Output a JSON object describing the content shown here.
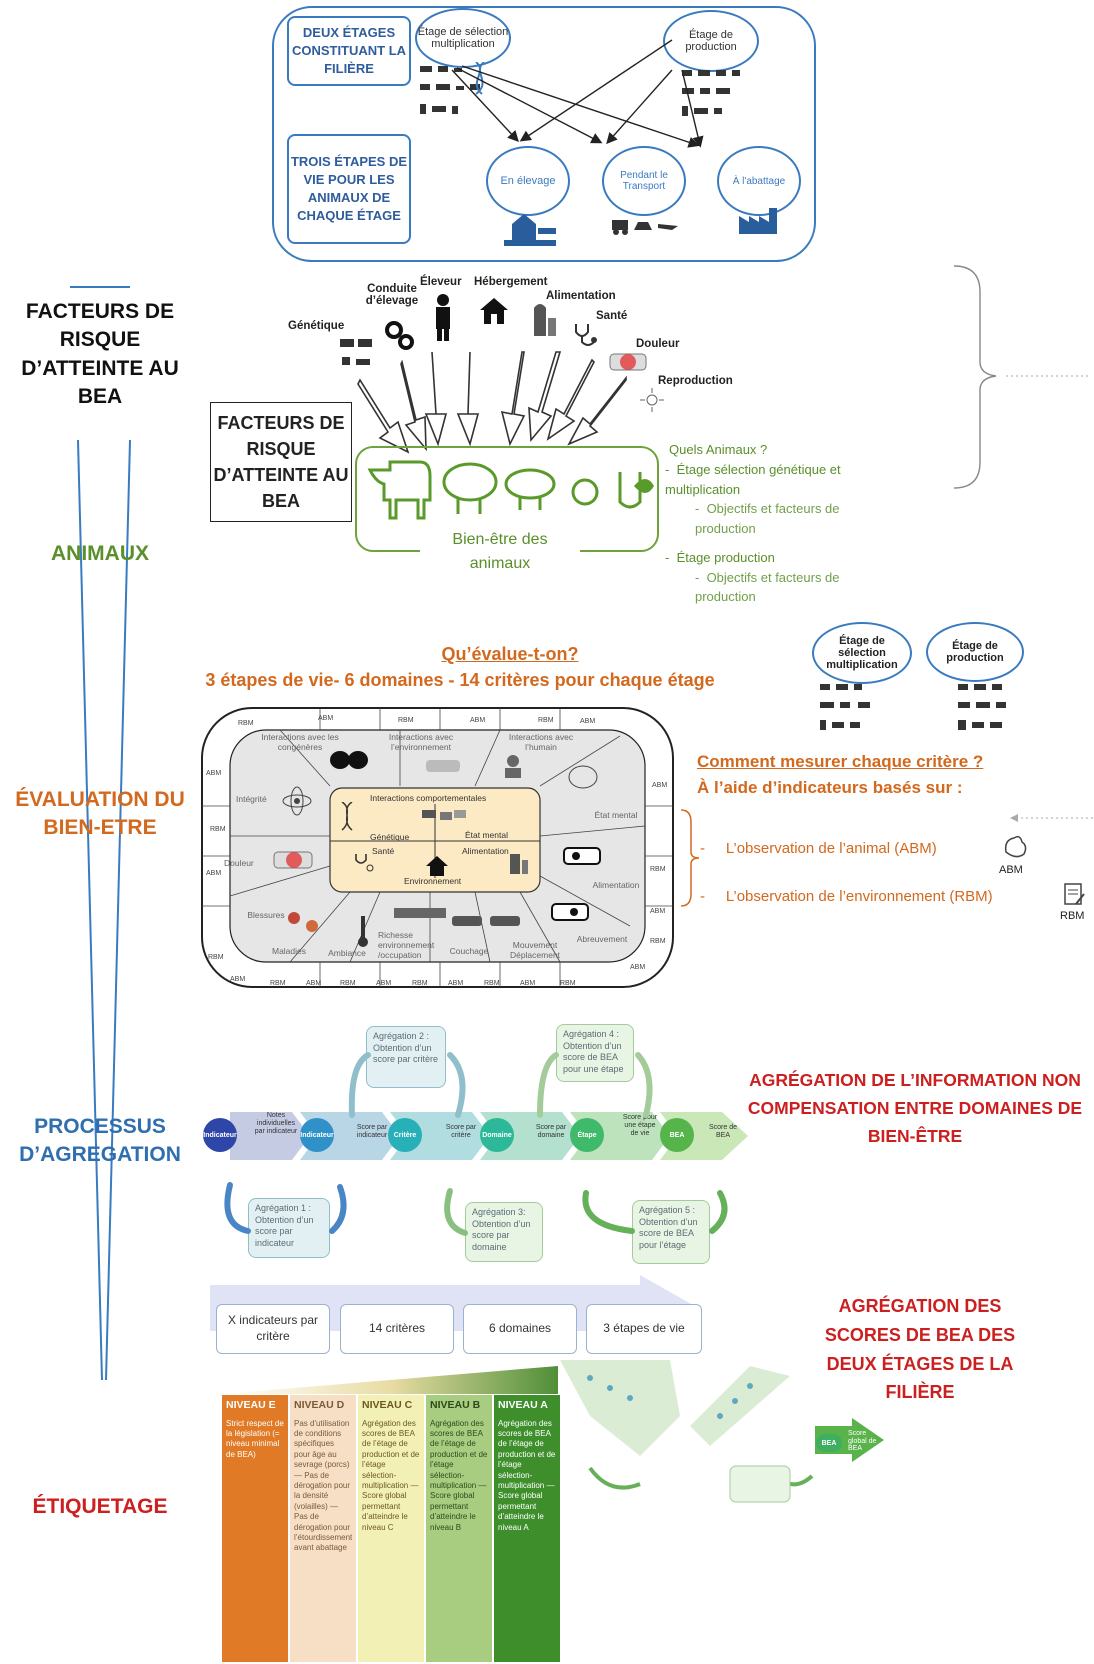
{
  "section_titles": {
    "risk": "FACTEURS DE RISQUE D’ATTEINTE AU BEA",
    "animals": "ANIMAUX",
    "evaluation": "ÉVALUATION DU BIEN-ETRE",
    "process": "PROCESSUS D’AGREGATION",
    "labelling": "ÉTIQUETAGE"
  },
  "top": {
    "two_stages": "DEUX ÉTAGES CONSTITUANT LA FILIÈRE",
    "three_steps": "TROIS ÉTAPES DE VIE POUR LES ANIMAUX DE CHAQUE ÉTAGE",
    "stage_selection": "Étage de sélection multiplication",
    "stage_production": "Étage de production",
    "life_breeding": "En élevage",
    "life_transport": "Pendant le Transport",
    "life_slaughter": "À l'abattage"
  },
  "risk": {
    "factors": [
      "Génétique",
      "Conduite d’élevage",
      "Éleveur",
      "Hébergement",
      "Alimentation",
      "Santé",
      "Douleur",
      "Reproduction"
    ],
    "box_title": "FACTEURS DE RISQUE D’ATTEINTE AU BEA",
    "welfare_label": "Bien-être des animaux",
    "which_animals": "Quels Animaux ?",
    "stage_genetic": "Étage sélection génétique et multiplication",
    "objectives1": "Objectifs et facteurs de production",
    "stage_prod": "Étage production",
    "objectives2": "Objectifs et facteurs de production"
  },
  "evaluation": {
    "question": "Qu’évalue-t-on?",
    "subtitle": "3 étapes de vie- 6 domaines - 14 critères pour chaque étage",
    "stage_selection": "Étage de sélection multiplication",
    "stage_production": "Étage de production",
    "how_title": "Comment mesurer chaque critère ?",
    "how_sub": "À l’aide d’indicateurs basés sur :",
    "abm_item": "L’observation de l’animal (ABM)",
    "rbm_item": "L’observation de l’environnement (RBM)",
    "abm": "ABM",
    "rbm": "RBM",
    "criteria": [
      "Interactions avec les congénères",
      "Interactions avec l’environnement",
      "Interactions avec l’humain",
      "État mental",
      "Alimentation",
      "Abreuvement",
      "Mouvement Déplacement",
      "Couchage",
      "Richesse environnement /occupation",
      "Ambiance",
      "Maladies",
      "Blessures",
      "Douleur",
      "Intégrité"
    ],
    "domains": [
      "Interactions comportementales",
      "Génétique",
      "État mental",
      "Santé",
      "Alimentation",
      "Environnement"
    ]
  },
  "process": {
    "agg1": "Agrégation 1 : Obtention d’un score par indicateur",
    "agg2": "Agrégation 2 : Obtention d’un score par critère",
    "agg3": "Agrégation 3: Obtention d’un score par domaine",
    "agg4": "Agrégation 4 : Obtention d’un score de BEA pour une étape",
    "agg5": "Agrégation 5 : Obtention d’un score de BEA pour l’étage",
    "nodes": [
      "Indicateur",
      "Indicateur",
      "Critère",
      "Domaine",
      "Étape",
      "BEA"
    ],
    "chev_notes": [
      "Notes individuelles par indicateur",
      "Score par indicateur",
      "Score par critère",
      "Score par domaine",
      "Score pour une étape de vie",
      "Score de BEA"
    ],
    "right_title": "AGRÉGATION DE L’INFORMATION NON COMPENSATION ENTRE DOMAINES DE BIEN-ÊTRE",
    "steps": [
      "X indicateurs par critère",
      "14 critères",
      "6 domaines",
      "3 étapes de vie"
    ],
    "agg_stages": "AGRÉGATION DES SCORES DE BEA DES DEUX ÉTAGES DE LA FILIÈRE",
    "mini_bea": "BEA",
    "mini_score": "Score global de BEA"
  },
  "labelling": {
    "levels": [
      {
        "name": "NIVEAU E",
        "text": "Strict respect de la législation (= niveau minimal de BEA)",
        "color": "#e07a26"
      },
      {
        "name": "NIVEAU D",
        "text": "Pas d'utilisation de conditions spécifiques pour âge au sevrage (porcs) — Pas de dérogation pour la densité (volailles) — Pas de dérogation pour l’étourdissement avant abattage",
        "color": "#f6dfc4"
      },
      {
        "name": "NIVEAU C",
        "text": "Agrégation des scores de BEA de l’étage de production et de l’étage sélection-multiplication — Score global permettant d’atteindre le niveau C",
        "color": "#f3f0b6"
      },
      {
        "name": "NIVEAU B",
        "text": "Agrégation des scores de BEA de l’étage de production et de l’étage sélection-multiplication — Score global permettant d’atteindre le niveau B",
        "color": "#a9cd80"
      },
      {
        "name": "NIVEAU A",
        "text": "Agrégation des scores de BEA de l’étage de production et de l’étage sélection-multiplication — Score global permettant d’atteindre le niveau A",
        "color": "#3f8e2c"
      }
    ]
  }
}
